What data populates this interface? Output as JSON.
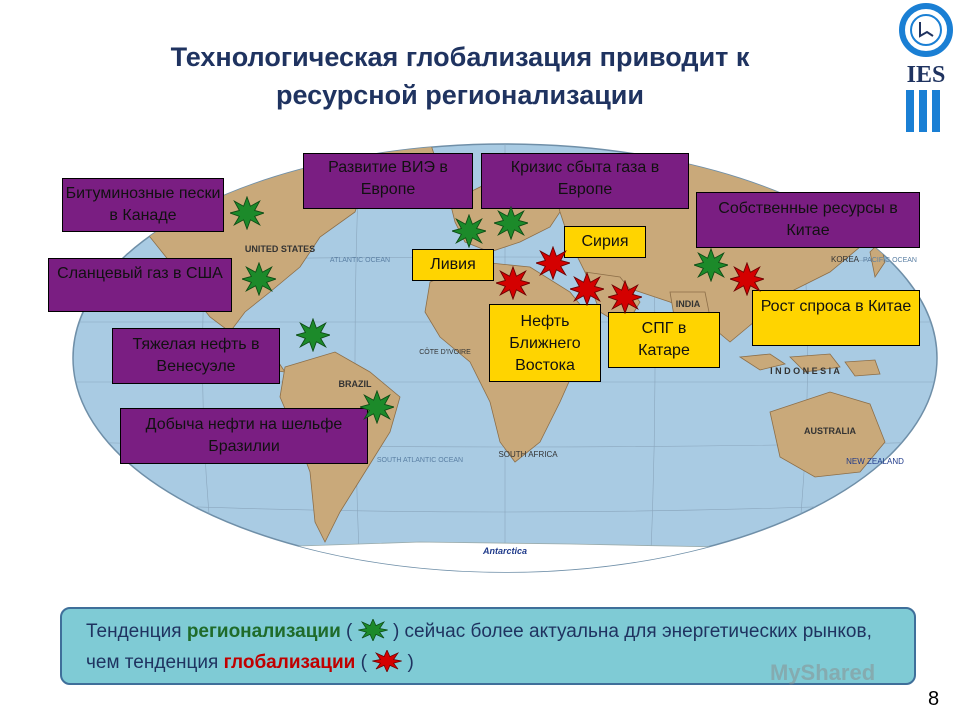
{
  "title_line1": "Технологическая глобализация приводит к",
  "title_line2": "ресурсной регионализации",
  "logo_text": "IES",
  "map_labels": {
    "united_states": "UNITED STATES",
    "brazil": "BRAZIL",
    "india": "INDIA",
    "indonesia": "I N D O N E S I A",
    "australia": "AUSTRALIA",
    "new_zealand": "NEW ZEALAND",
    "antarctica": "Antarctica",
    "atlantic_north": "ATLANTIC OCEAN",
    "atlantic_south": "SOUTH ATLANTIC OCEAN",
    "pacific": "PACIFIC OCEAN",
    "south_africa": "SOUTH AFRICA",
    "cote_divoire": "CÔTE D'IVOIRE",
    "korea": "KOREA"
  },
  "tags": {
    "canada": "Битуминозные пески в Канаде",
    "usa": "Сланцевый газ в США",
    "venezuela": "Тяжелая нефть в Венесуэле",
    "brazil": "Добыча нефти на шельфе Бразилии",
    "vie": "Развитие ВИЭ в Европе",
    "gas_crisis": "Кризис сбыта газа в Европе",
    "china_resources": "Собственные ресурсы в Китае",
    "libya": "Ливия",
    "syria": "Сирия",
    "middle_east": "Нефть Ближнего Востока",
    "qatar": "СПГ в Катаре",
    "china_demand": "Рост спроса в Китае"
  },
  "bottom": {
    "part1": "Тенденция ",
    "regionalization": "регионализации",
    "part2": " ( ",
    "part3": " ) сейчас более актуальна для энергетических рынков, чем тенденция ",
    "globalization": "глобализации",
    "part4": " ( ",
    "part5": " )"
  },
  "watermark": "MyShared",
  "page_number": "8",
  "colors": {
    "regionalization_star": "#1c8a2a",
    "globalization_star": "#d40000",
    "purple_tag": "#7a1e82",
    "yellow_tag": "#ffd400",
    "ocean": "#a9cbe3",
    "land": "#c9a97a"
  }
}
